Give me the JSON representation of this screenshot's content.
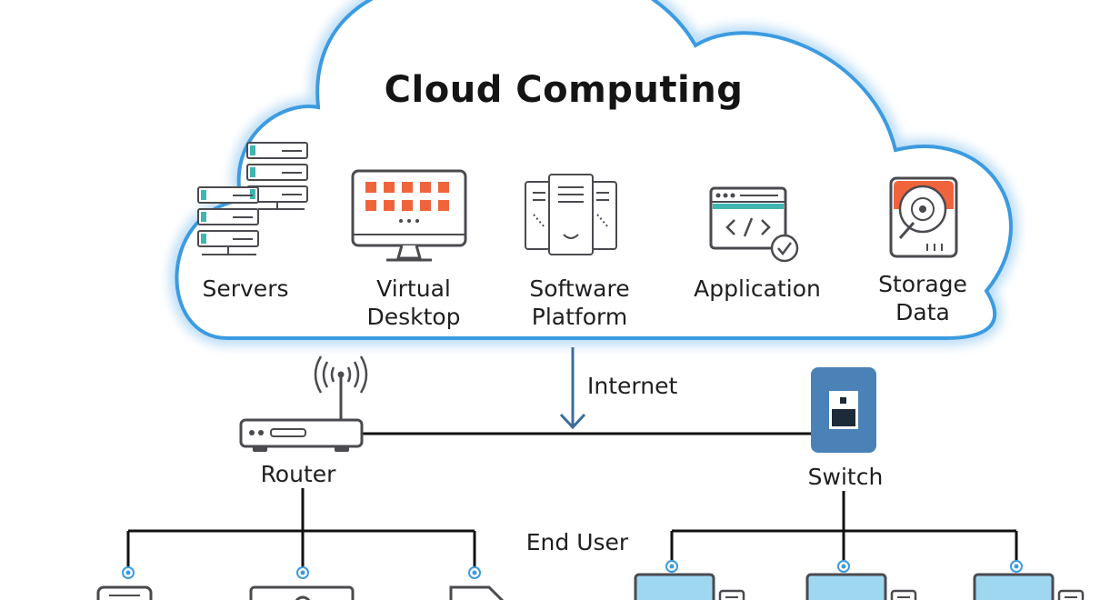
{
  "cloud": {
    "title": "Cloud Computing",
    "services": [
      {
        "line1": "Servers",
        "line2": "",
        "icon": "servers-icon"
      },
      {
        "line1": "Virtual",
        "line2": "Desktop",
        "icon": "virtual-desktop-icon"
      },
      {
        "line1": "Software",
        "line2": "Platform",
        "icon": "software-platform-icon"
      },
      {
        "line1": "Application",
        "line2": "",
        "icon": "application-icon"
      },
      {
        "line1": "Storage",
        "line2": "Data",
        "icon": "storage-data-icon"
      }
    ]
  },
  "network": {
    "internet_label": "Internet",
    "router_label": "Router",
    "switch_label": "Switch",
    "end_user_label": "End User"
  },
  "colors": {
    "cloud_outline": "#3b9be0",
    "cloud_glow": "#b9dcf6",
    "icon_stroke": "#4a4a4f",
    "accent_orange": "#f0643c",
    "teal": "#3fb6b2",
    "switch_blue": "#4a82b8",
    "arrow_blue": "#3d6e9c",
    "line": "#111111",
    "screen_blue": "#9fd7f0"
  }
}
